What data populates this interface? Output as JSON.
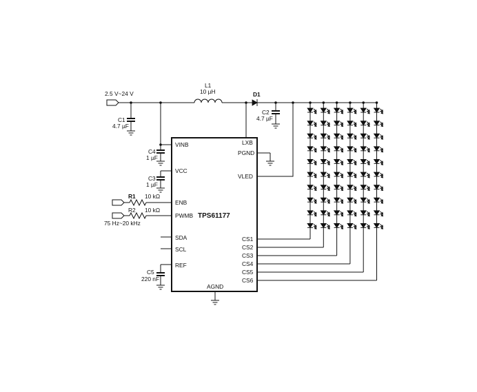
{
  "input": {
    "voltage_label": "2.5 V~24 V"
  },
  "inductor": {
    "ref": "L1",
    "value": "10 µH"
  },
  "diode": {
    "ref": "D1"
  },
  "capacitors": {
    "c1": {
      "ref": "C1",
      "value": "4.7 µF"
    },
    "c2": {
      "ref": "C2",
      "value": "4.7 µF"
    },
    "c3": {
      "ref": "C3",
      "value": "1 µF"
    },
    "c4": {
      "ref": "C4",
      "value": "1 µF"
    },
    "c5": {
      "ref": "C5",
      "value": "220 nF"
    }
  },
  "resistors": {
    "r1": {
      "ref": "R1",
      "value": "10 kΩ"
    },
    "r2": {
      "ref": "R2",
      "value": "10 kΩ"
    }
  },
  "pwm_input": {
    "freq_label": "75 Hz~20 kHz"
  },
  "ic": {
    "name": "TPS61177",
    "pins_left": {
      "vinb": "VINB",
      "vcc": "VCC",
      "enb": "ENB",
      "pwmb": "PWMB",
      "sda": "SDA",
      "scl": "SCL",
      "ref": "REF"
    },
    "pins_right": {
      "lxb": "LXB",
      "pgnd": "PGND",
      "vled": "VLED",
      "cs1": "CS1",
      "cs2": "CS2",
      "cs3": "CS3",
      "cs4": "CS4",
      "cs5": "CS5",
      "cs6": "CS6"
    },
    "pin_bottom": {
      "agnd": "AGND"
    }
  },
  "led_matrix": {
    "strings": 6,
    "leds_per_string": 10
  }
}
